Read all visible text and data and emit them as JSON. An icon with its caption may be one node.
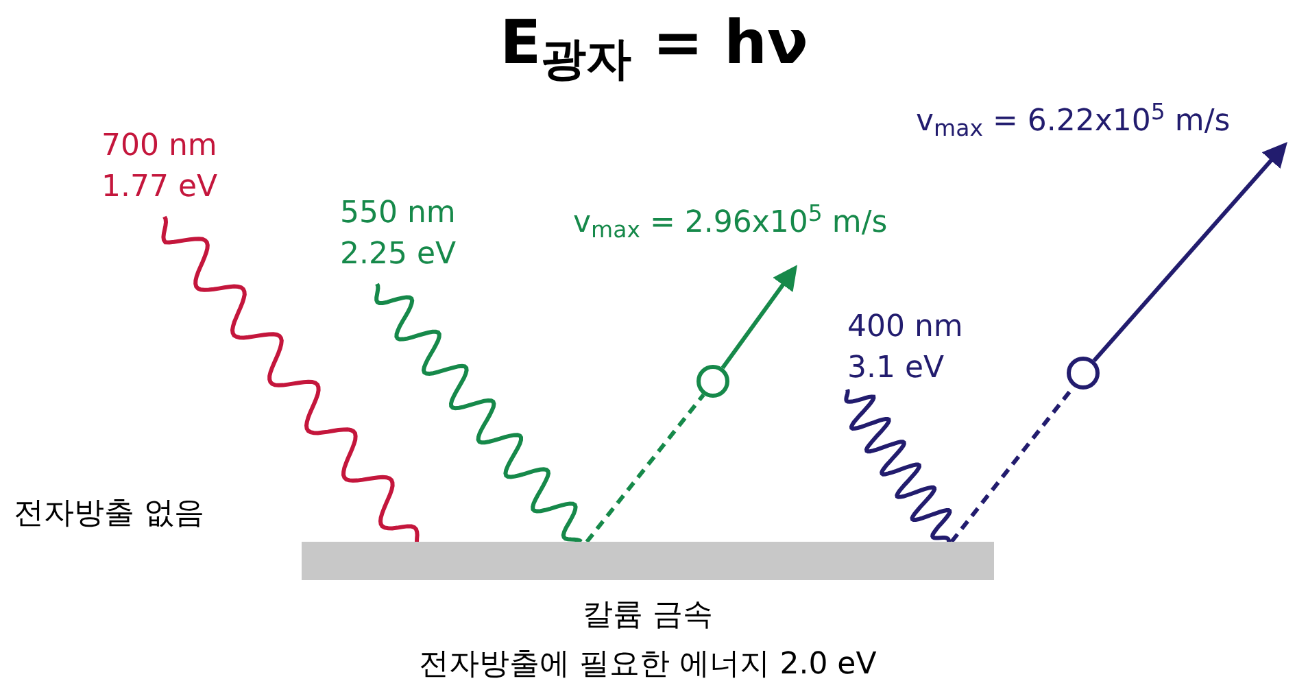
{
  "diagram": {
    "title": "E$_{광자}$ = hν",
    "nodes": [
      {
        "text": [],
        "shape": "bar",
        "beside": [
          "칼륨 금속",
          "전자방출에 필요한 에너지 2.0 eV"
        ]
      },
      {
        "text": [
          "700 nm 1.77 eV"
        ]
      },
      {
        "text": [
          "550 nm 2.25 eV"
        ]
      },
      {
        "text": [
          "400 nm 3.1 eV"
        ]
      },
      {
        "text": [],
        "shape": "circle"
      },
      {
        "text": [],
        "shape": "circle"
      }
    ],
    "edges": [
      {
        "from": 1,
        "to": 0,
        "arrow": "none",
        "color": "#c4163c"
      },
      {
        "from": 2,
        "to": 0,
        "arrow": "none",
        "color": "#16894a"
      },
      {
        "from": 3,
        "to": 0,
        "arrow": "none",
        "color": "#221c6e"
      },
      {
        "from": 0,
        "to": 4,
        "arrow": "none",
        "style": "dashed",
        "color": "#16894a"
      },
      {
        "from": 4,
        "to": null,
        "arrow": "to",
        "color": "#16894a"
      },
      {
        "from": 0,
        "to": 5,
        "arrow": "none",
        "style": "dashed",
        "color": "#221c6e"
      },
      {
        "from": 5,
        "to": null,
        "arrow": "to",
        "color": "#221c6e"
      }
    ],
    "labels": [
      "v$_{max}$ = 2.96x10$^{5}$ m/s",
      "v$_{max}$ = 6.22x10$^{5}$ m/s",
      "전자방출 없음"
    ]
  }
}
